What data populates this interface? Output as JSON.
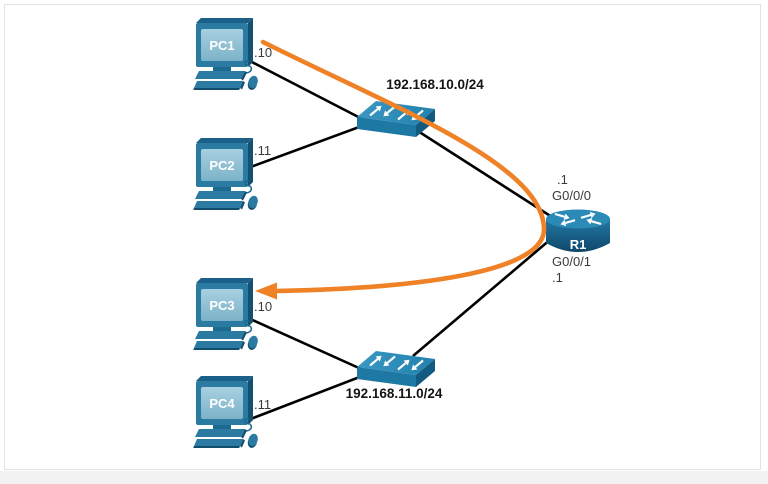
{
  "devices": {
    "pc1": {
      "name": "PC1",
      "host_addr": ".10"
    },
    "pc2": {
      "name": "PC2",
      "host_addr": ".11"
    },
    "pc3": {
      "name": "PC3",
      "host_addr": ".10"
    },
    "pc4": {
      "name": "PC4",
      "host_addr": ".11"
    },
    "r1": {
      "name": "R1",
      "interfaces": [
        {
          "name": "G0/0/0",
          "addr": ".1"
        },
        {
          "name": "G0/0/1",
          "addr": ".1"
        }
      ]
    }
  },
  "networks": {
    "lan_top": "192.168.10.0/24",
    "lan_bottom": "192.168.11.0/24"
  },
  "flow": {
    "from": "PC1",
    "to": "PC3",
    "via": "R1",
    "color": "#ef8227"
  },
  "colors": {
    "device_blue": "#2a7aa2",
    "device_blue_top": "#2d8cb8",
    "device_blue_dark": "#125a80",
    "screen_light": "#8cc0d4",
    "link": "#000000",
    "label_text": "#3a3a3a",
    "frame_border": "#e2e2e2"
  }
}
